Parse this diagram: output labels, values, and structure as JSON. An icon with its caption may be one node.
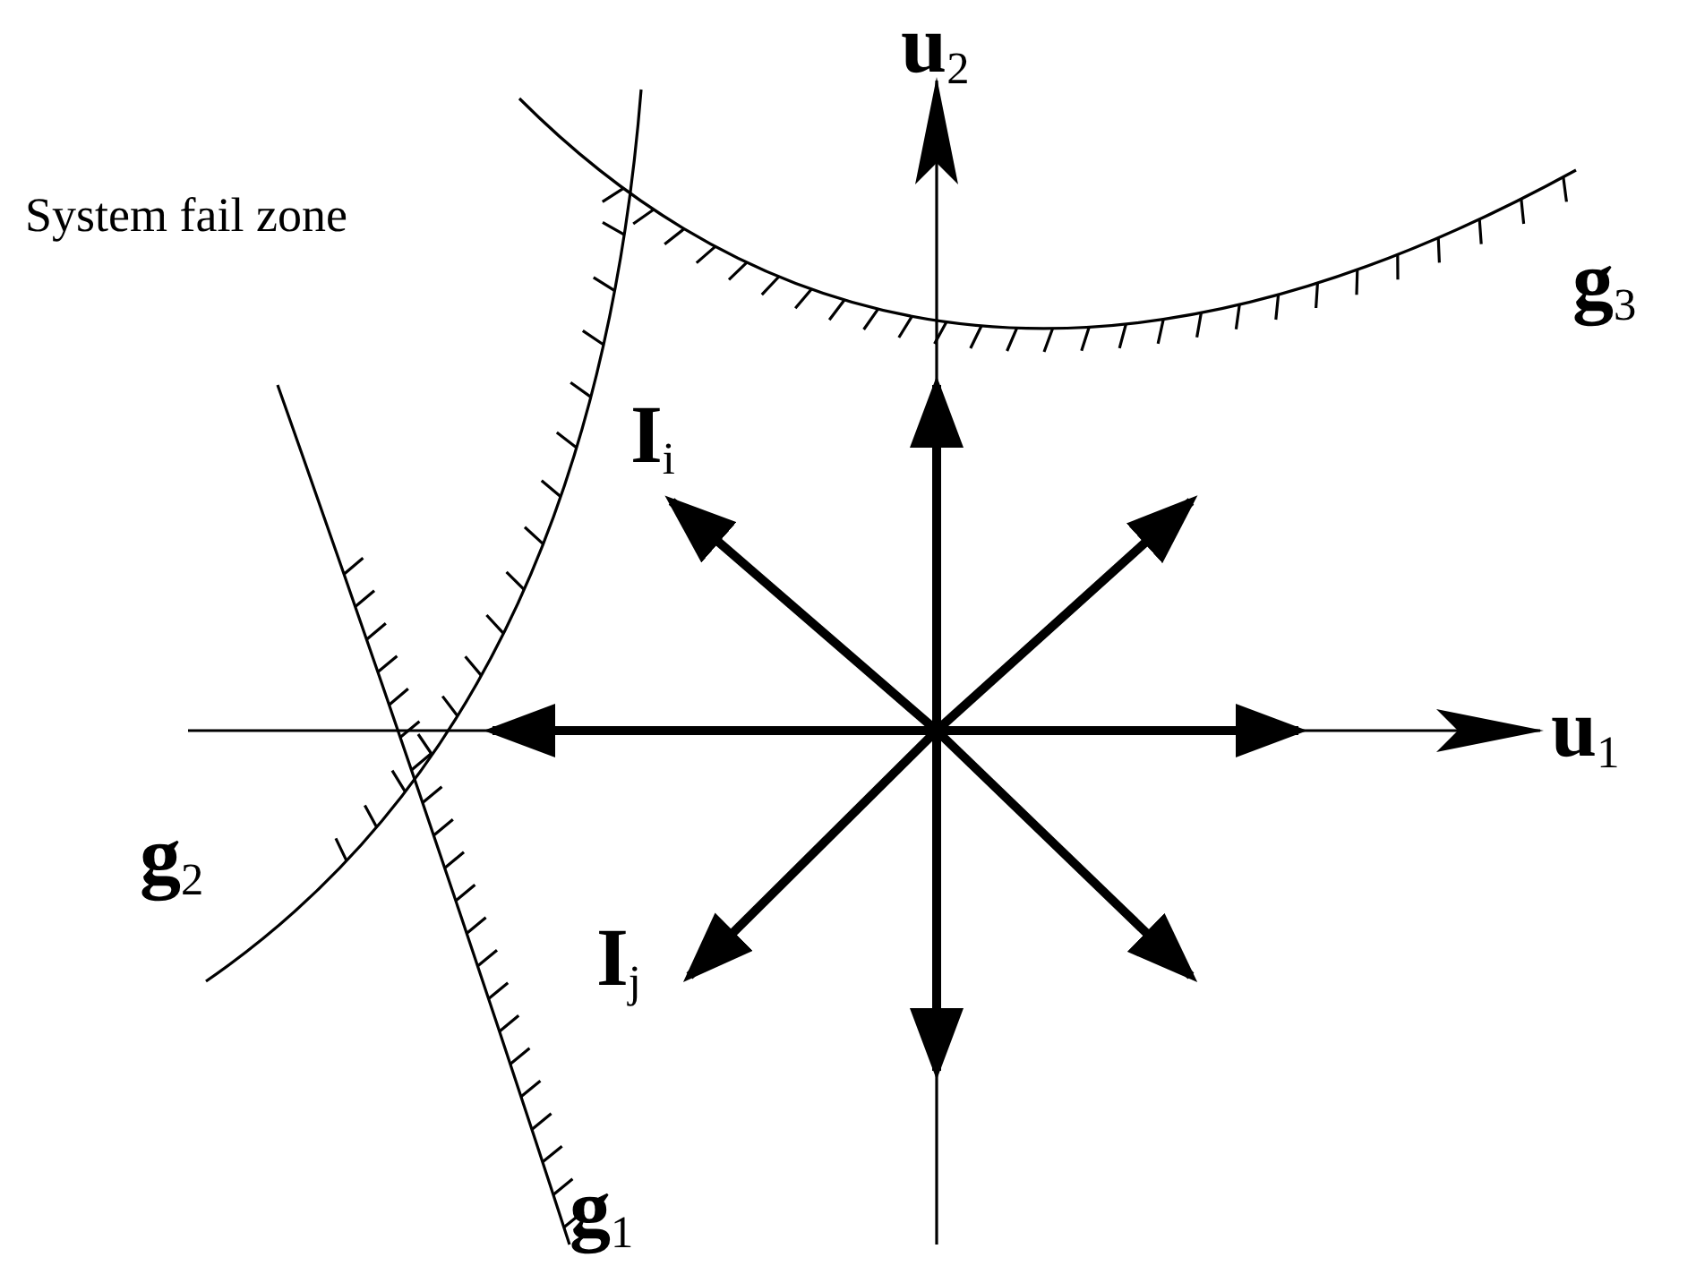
{
  "diagram": {
    "labels": [
      "**u**$_{2}$",
      "System fail zone",
      "**g**$_{3}$",
      "**I**$_{i}$",
      "**u**$_{1}$",
      "**g**$_{2}$",
      "**I**$_{j}$",
      "**g**$_{1}$"
    ]
  }
}
